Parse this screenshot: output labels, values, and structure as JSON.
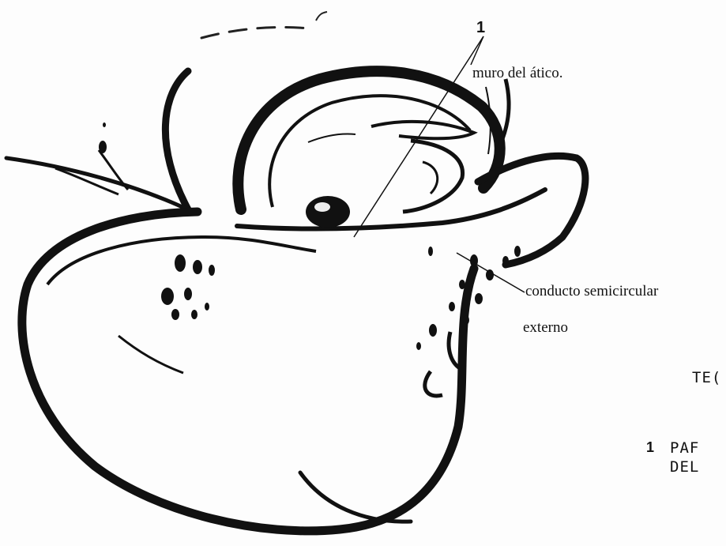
{
  "diagram": {
    "callout_number": "1",
    "labels": {
      "attic_wall": "muro del ático.",
      "semicircular_canal_line1": "conducto semicircular",
      "semicircular_canal_line2": "externo"
    },
    "side_text": {
      "heading_fragment": "TE(",
      "legend_number": "1",
      "legend_line1": "PAF",
      "legend_line2": "DEL"
    }
  }
}
